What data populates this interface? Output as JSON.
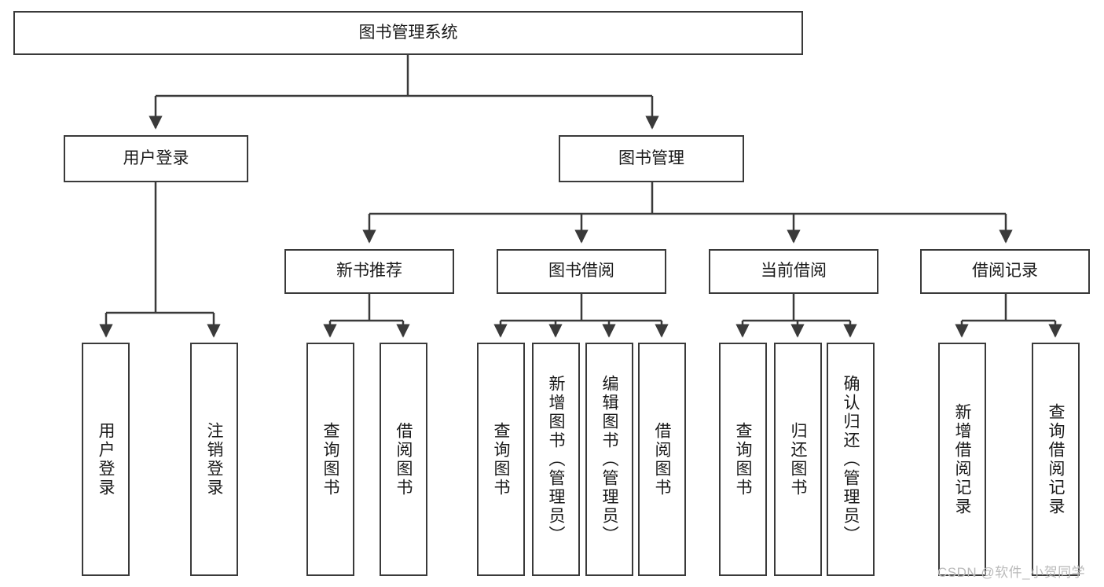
{
  "diagram": {
    "type": "tree-hierarchy",
    "title": "图书管理系统",
    "root": {
      "label": "图书管理系统"
    },
    "level1": [
      {
        "label": "用户登录"
      },
      {
        "label": "图书管理"
      }
    ],
    "level2": [
      {
        "label": "新书推荐"
      },
      {
        "label": "图书借阅"
      },
      {
        "label": "当前借阅"
      },
      {
        "label": "借阅记录"
      }
    ],
    "leaves": {
      "user_login": [
        {
          "label": "用户登录"
        },
        {
          "label": "注销登录"
        }
      ],
      "new_book_recommend": [
        {
          "label": "查询图书"
        },
        {
          "label": "借阅图书"
        }
      ],
      "book_borrow": [
        {
          "label": "查询图书"
        },
        {
          "label": "新增图书（管理员）"
        },
        {
          "label": "编辑图书（管理员）"
        },
        {
          "label": "借阅图书"
        }
      ],
      "current_borrow": [
        {
          "label": "查询图书"
        },
        {
          "label": "归还图书"
        },
        {
          "label": "确认归还（管理员）"
        }
      ],
      "borrow_record": [
        {
          "label": "新增借阅记录"
        },
        {
          "label": "查询借阅记录"
        }
      ]
    }
  },
  "watermark": {
    "text": "CSDN @软件_小贺同学"
  },
  "colors": {
    "stroke": "#3a3a3a",
    "text": "#1a1a1a",
    "background": "#ffffff",
    "watermark": "#b9b9b9"
  }
}
